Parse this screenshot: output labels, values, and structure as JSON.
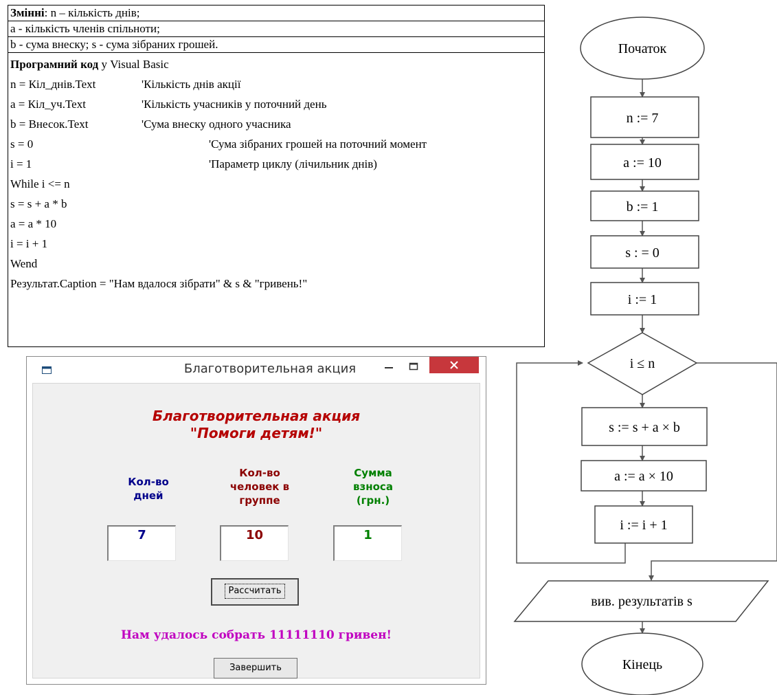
{
  "code_table": {
    "vars_label": "Змінні",
    "vars_rest": ": n – кількість днів;",
    "var_a": "a - кількість членів спільноти;",
    "var_b_s": "b - сума внеску; s - сума зібраних грошей.",
    "code_label": "Програмний код",
    "code_label_rest": " у Visual Basic",
    "lines": [
      {
        "code": "n = Кіл_днів.Text",
        "comment": "'Кількість днів акції",
        "col": 2
      },
      {
        "code": "a = Кіл_уч.Text",
        "comment": "'Кількість учасників у поточний день",
        "col": 2
      },
      {
        "code": "b = Внесок.Text",
        "comment": "'Сума внеску одного учасника",
        "col": 2
      },
      {
        "code": "s = 0",
        "comment": "'Сума зібраних грошей на поточний момент",
        "col": 3
      },
      {
        "code": "i = 1",
        "comment": "'Параметр циклу (лічильник днів)",
        "col": 3
      },
      {
        "code": "While i <= n",
        "comment": "",
        "col": 0
      },
      {
        "code": "s = s + a * b",
        "comment": "",
        "col": 0
      },
      {
        "code": "a = a * 10",
        "comment": "",
        "col": 0
      },
      {
        "code": "i = i + 1",
        "comment": "",
        "col": 0
      },
      {
        "code": "Wend",
        "comment": "",
        "col": 0
      },
      {
        "code": "Результат.Caption = \"Нам вдалося зібрати\" & s & \"гривень!\"",
        "comment": "",
        "col": 0
      }
    ]
  },
  "window": {
    "title": "Благотворительная акция",
    "heading_line1": "Благотворительная акция",
    "heading_line2": "\"Помоги детям!\"",
    "label_days": [
      "Кол-во",
      "дней"
    ],
    "label_people": [
      "Кол-во",
      "человек в",
      "группе"
    ],
    "label_sum": [
      "Сумма",
      "взноса",
      "(грн.)"
    ],
    "days_value": "7",
    "people_value": "10",
    "sum_value": "1",
    "calc_button": "Рассчитать",
    "result_text": "Нам удалось собрать 11111110 гривен!",
    "exit_button": "Завершить",
    "colors": {
      "days": "#00008b",
      "people": "#8b0000",
      "sum": "#008000",
      "heading": "#b50000",
      "result": "#c000c0",
      "close": "#c7373c"
    }
  },
  "flowchart": {
    "start": "Початок",
    "n_assign": "n := 7",
    "a_assign": "a := 10",
    "b_assign": "b := 1",
    "s_assign": "s : = 0",
    "i_assign": "i := 1",
    "condition": "i ≤ n",
    "s_update": "s := s + a × b",
    "a_update": "a := a × 10",
    "i_update": "i := i + 1",
    "output": "вив. результатів s",
    "end": "Кінець"
  }
}
